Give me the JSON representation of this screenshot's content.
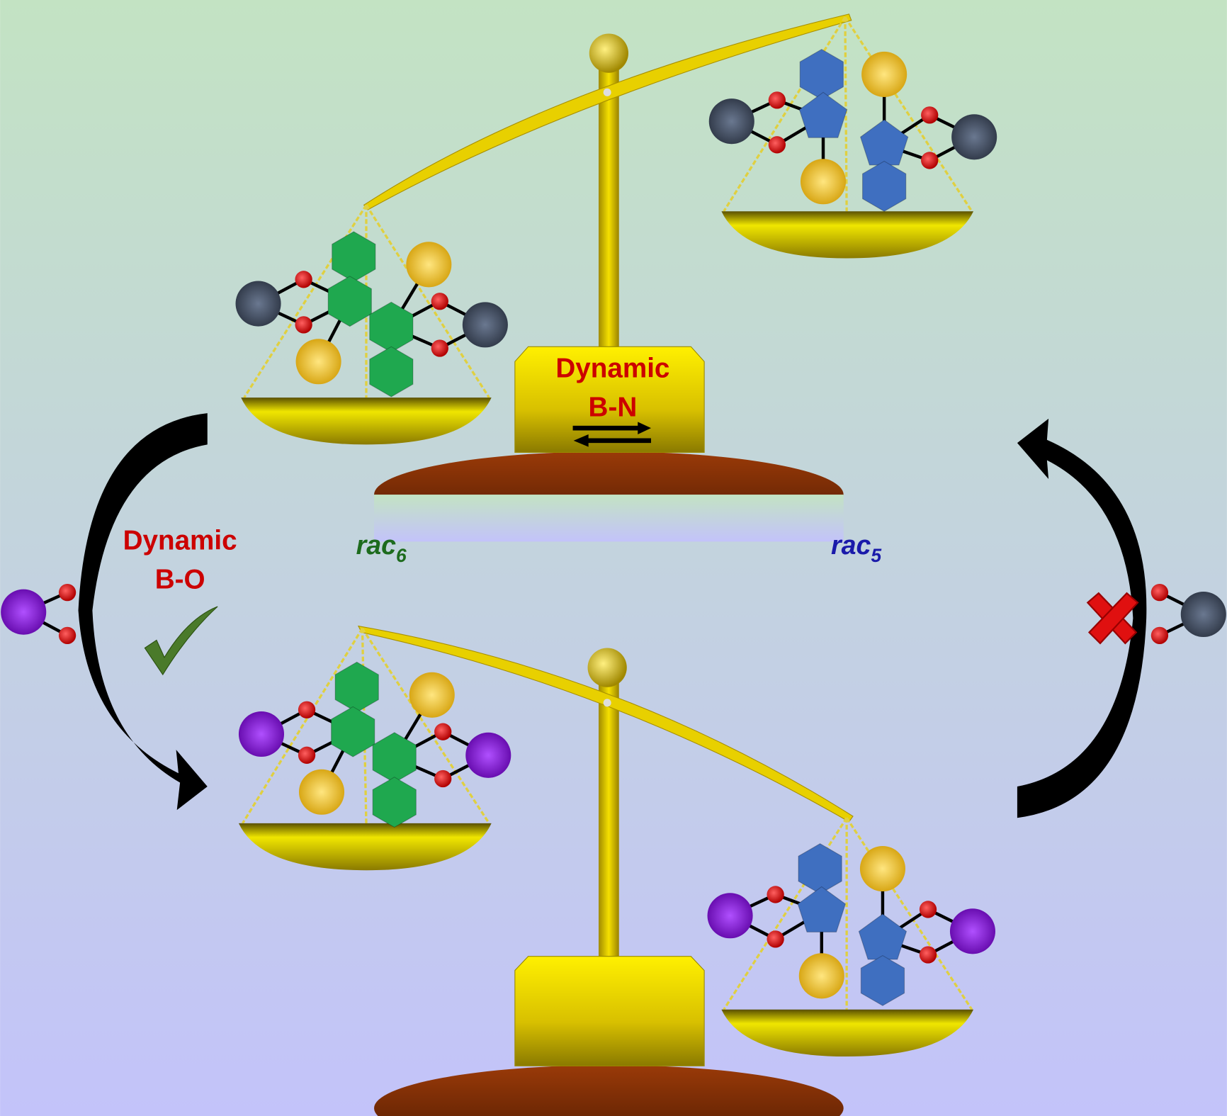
{
  "labels": {
    "bn_line1": "Dynamic",
    "bn_line2": "B-N",
    "bo_line1": "Dynamic",
    "bo_line2": "B-O",
    "rac6_main": "rac",
    "rac6_sub": "6",
    "rac5_main": "rac",
    "rac5_sub": "5"
  },
  "colors": {
    "bg_top": "#c3e3c3",
    "bg_bottom": "#c3c3fa",
    "gold": "#e8c800",
    "wood": "#7a2a05",
    "label_red": "#cc0000",
    "rac6_green": "#1d6b1d",
    "rac5_blue": "#1a1aaa",
    "green_block": "#1fa84f",
    "blue_block": "#3f6fc0",
    "dark_sphere": "#3a4558",
    "purple_sphere": "#7a10c8",
    "oxygen_red": "#e00000",
    "gold_sphere": "#e6b000"
  },
  "icons": [
    "checkmark-icon",
    "cross-icon",
    "curved-arrow-icon",
    "equilibrium-arrows-icon"
  ]
}
